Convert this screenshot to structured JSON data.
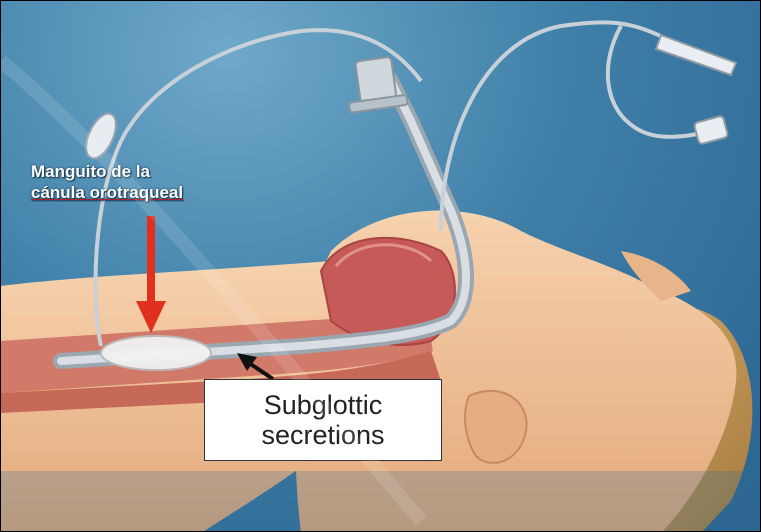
{
  "labels": {
    "cuff_line1": "Manguito de la",
    "cuff_line2": "cánula orotraqueal",
    "callout_line1": "Subglottic",
    "callout_line2": "secretions"
  },
  "colors": {
    "background": "#3f7fa8",
    "skin": "#f0c49a",
    "airway": "#d27a6a",
    "tube": "#b9c3cc",
    "red_arrow": "#e0301e",
    "black_arrow": "#111111"
  },
  "icons": [
    "endotracheal-tube",
    "cuff-balloon",
    "pilot-line-connector",
    "red-arrow",
    "black-arrow"
  ]
}
